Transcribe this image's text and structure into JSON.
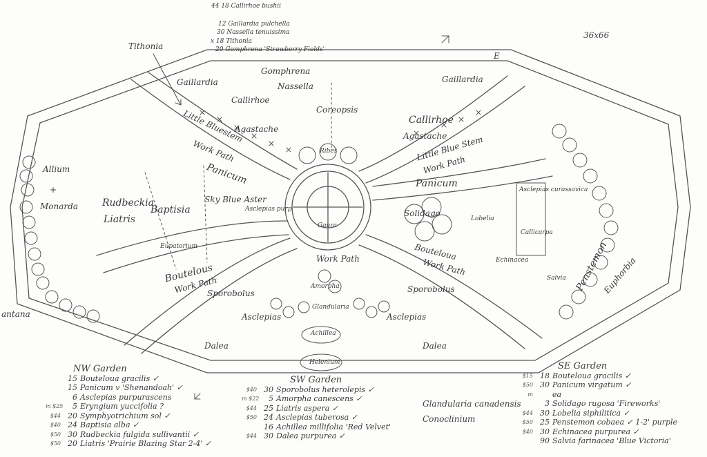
{
  "sheet": {
    "dimensions": "36x66",
    "compass_east": "E"
  },
  "top_notes": [
    "44  18 Callirhoe bushii",
    "12 Gaillardia pulchella",
    "30 Nassella tenuissima",
    "x 18 Tithonia",
    "20 Gomphrena 'Strawberry Fields'"
  ],
  "callout": "Tithonia",
  "plan_labels": {
    "nw": [
      "Allium",
      "+",
      "Monarda",
      "Rudbeckia",
      "Liatris",
      "Baptisia",
      "Eupatorium",
      "Sky Blue Aster",
      "Asclepias purp",
      "Boutelous",
      "Work Path",
      "Panicum",
      "Work Path",
      "Little Bluestem",
      "Gaillardia",
      "Callirhoe",
      "Agastache"
    ],
    "north": [
      "Gomphrena",
      "Nassella",
      "Coreopsis",
      "Ribes"
    ],
    "ne": [
      "Gaillardia",
      "Callirhoe",
      "Agastache",
      "Little Blue Stem",
      "Work Path",
      "Panicum"
    ],
    "center": [
      "Gaura",
      "Work Path"
    ],
    "se": [
      "Solidago",
      "Lobelia",
      "Asclepias curassavica",
      "Callicarpa",
      "Echinacea",
      "Salvia",
      "Penstemon",
      "Euphorbia",
      "Bouteloua",
      "Work Path"
    ],
    "south": [
      "Sporobolus",
      "Asclepias",
      "Dalea",
      "Amorpha",
      "Glandularia",
      "Achillea",
      "Helenium",
      "Sporobolus",
      "Asclepias",
      "Dalea"
    ],
    "edge": [
      "antana"
    ]
  },
  "nw_list": {
    "heading": "NW Garden",
    "rows": [
      {
        "pre": "",
        "qty": "15",
        "name": "Bouteloua gracilis ✓"
      },
      {
        "pre": "",
        "qty": "15",
        "name": "Panicum v 'Shenandoah' ✓"
      },
      {
        "pre": "",
        "qty": "6",
        "name": "Asclepias purpurascens"
      },
      {
        "pre": "m $25",
        "qty": "5",
        "name": "Eryngium yuccifolia ?"
      },
      {
        "pre": "$44",
        "qty": "20",
        "name": "Symphyotrichium sol ✓"
      },
      {
        "pre": "$40",
        "qty": "24",
        "name": "Baptisia alba ✓"
      },
      {
        "pre": "$50",
        "qty": "30",
        "name": "Rudbeckia fulgida sullivantii ✓"
      },
      {
        "pre": "$50",
        "qty": "20",
        "name": "Liatris 'Prairie Blazing Star 2-4' ✓"
      }
    ]
  },
  "sw_list": {
    "heading": "SW Garden",
    "rows": [
      {
        "pre": "$40",
        "qty": "30",
        "name": "Sporobolus heterolepis ✓"
      },
      {
        "pre": "m $22",
        "qty": "5",
        "name": "Amorpha canescens ✓"
      },
      {
        "pre": "$44",
        "qty": "25",
        "name": "Liatris aspera ✓"
      },
      {
        "pre": "$50",
        "qty": "24",
        "name": "Asclepias tuberosa ✓"
      },
      {
        "pre": "",
        "qty": "16",
        "name": "Achillea millifolia 'Red Velvet'"
      },
      {
        "pre": "$44",
        "qty": "30",
        "name": "Dalea purpurea ✓"
      }
    ]
  },
  "middle_notes": [
    "Glandularia canadensis",
    "Conoclinium"
  ],
  "se_list": {
    "heading": "SE Garden",
    "rows": [
      {
        "pre": "$15",
        "qty": "18",
        "name": "Bouteloua gracilis ✓"
      },
      {
        "pre": "$50",
        "qty": "30",
        "name": "Panicum virgatum ✓"
      },
      {
        "pre": "m",
        "qty": "",
        "name": "ea"
      },
      {
        "pre": "",
        "qty": "3",
        "name": "Solidago rugosa 'Fireworks'"
      },
      {
        "pre": "$44",
        "qty": "30",
        "name": "Lobelia siphilitica ✓"
      },
      {
        "pre": "$50",
        "qty": "25",
        "name": "Penstemon cobaea ✓ 1-2' purple"
      },
      {
        "pre": "$40",
        "qty": "30",
        "name": "Echinacea purpurea ✓"
      },
      {
        "pre": "",
        "qty": "90",
        "name": "Salvia farinacea 'Blue Victoria'"
      }
    ]
  },
  "colors": {
    "ink": "#3a3a3a",
    "pencil": "#555555",
    "paper": "#fdfdfb"
  }
}
